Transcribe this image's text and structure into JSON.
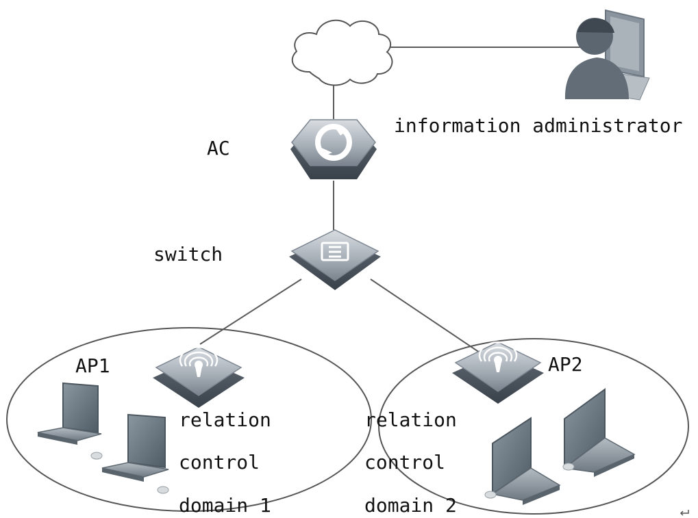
{
  "labels": {
    "information_administrator": "information administrator",
    "ac": "AC",
    "switch": "switch",
    "ap1": "AP1",
    "ap2": "AP2",
    "domain1_line1": "relation",
    "domain1_line2": "control",
    "domain1_line3": "domain 1",
    "domain2_line1": "relation",
    "domain2_line2": "control",
    "domain2_line3": "domain 2"
  },
  "colors": {
    "background": "#ffffff",
    "line": "#555555",
    "device_dark": "#6f7883",
    "device_light": "#c8ced4",
    "icon_white": "#ffffff",
    "laptop_dark": "#556069",
    "laptop_screen": "#6d7881"
  },
  "icons": {
    "cloud": "cloud-icon",
    "administrator": "administrator-workstation-icon",
    "ac": "access-controller-icon",
    "switch": "switch-icon",
    "ap": "access-point-icon",
    "laptop": "laptop-icon"
  }
}
